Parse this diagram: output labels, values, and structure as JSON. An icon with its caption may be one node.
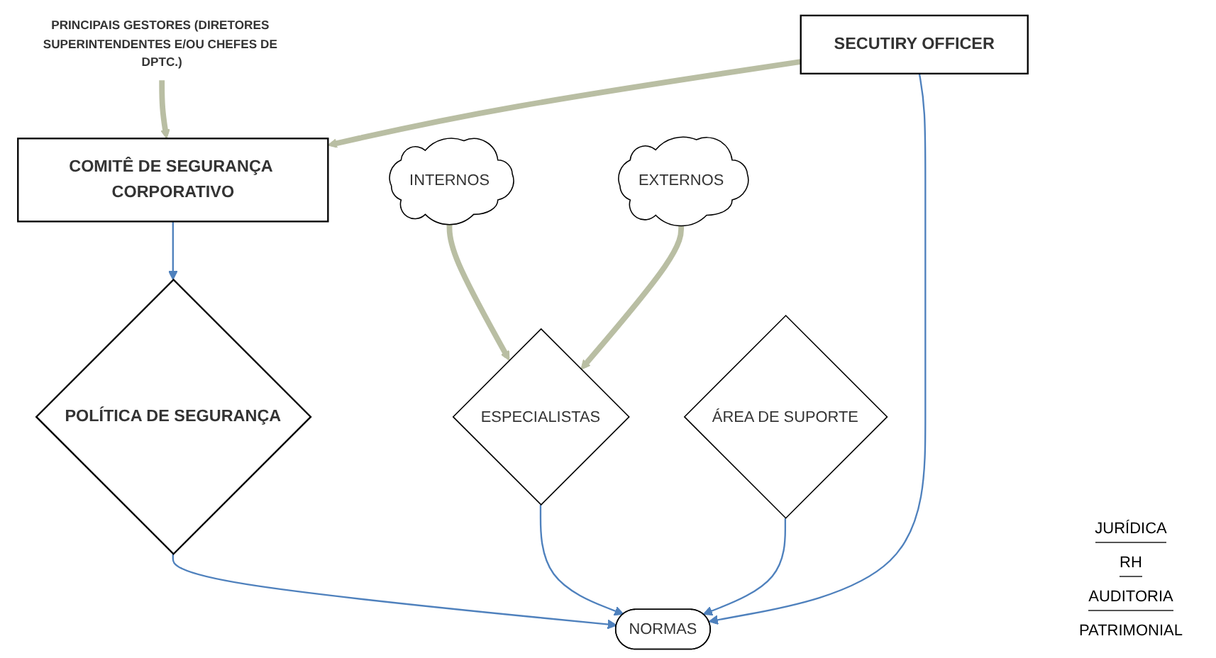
{
  "diagram": {
    "nodes": [
      {
        "text": [
          "COMITÊ DE SEGURANÇA CORPORATIVO"
        ]
      },
      {
        "text": [
          "PRINCIPAIS GESTORES (DIRETORES SUPERINTENDENTES E/OU CHEFES DE DPTC.)"
        ]
      },
      {
        "text": [
          "SECUTIRY OFFICER"
        ]
      },
      {
        "text": [
          "POLÍTICA DE SEGURANÇA"
        ]
      },
      {
        "text": [
          "NORMAS"
        ]
      },
      {
        "text": [
          "ESPECIALISTAS"
        ]
      },
      {
        "text": [
          "INTERNOS"
        ]
      },
      {
        "text": [
          "EXTERNOS"
        ]
      },
      {
        "text": [
          "ÁREA DE SUPORTE"
        ]
      }
    ],
    "edges": [
      {
        "from": 1,
        "to": 0,
        "arrow": "to",
        "style": "thick",
        "color": "#b9bea3"
      },
      {
        "from": 2,
        "to": 0,
        "arrow": "to",
        "style": "thick",
        "color": "#b9bea3"
      },
      {
        "from": 0,
        "to": 3,
        "arrow": "to"
      },
      {
        "from": 2,
        "to": 4,
        "arrow": "to"
      },
      {
        "from": 3,
        "to": 4,
        "arrow": "to"
      },
      {
        "from": 5,
        "to": 4,
        "arrow": "to"
      },
      {
        "from": 6,
        "to": 5,
        "arrow": "to",
        "style": "thick",
        "color": "#b9bea3"
      },
      {
        "from": 7,
        "to": 5,
        "arrow": "to",
        "style": "thick",
        "color": "#b9bea3"
      },
      {
        "from": 8,
        "to": 4,
        "arrow": "to"
      }
    ],
    "labels": [
      "JURÍDICA",
      "RH",
      "AUDITORIA",
      "PATRIMONIAL"
    ]
  }
}
